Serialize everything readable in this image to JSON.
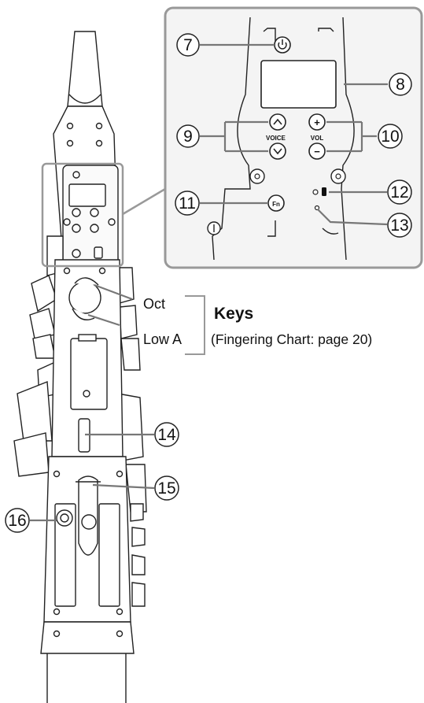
{
  "callouts": {
    "c7": "7",
    "c8": "8",
    "c9": "9",
    "c10": "10",
    "c11": "11",
    "c12": "12",
    "c13": "13",
    "c14": "14",
    "c15": "15",
    "c16": "16"
  },
  "keys": {
    "oct": "Oct",
    "low_a": "Low A",
    "title": "Keys",
    "note": "(Fingering Chart: page 20)"
  },
  "panel": {
    "voice": "VOICE",
    "vol": "VOL",
    "fn": "Fn",
    "plus": "+",
    "minus": "−"
  },
  "icons": [
    "power-icon",
    "up-arrow-icon",
    "down-arrow-icon",
    "battery-icon",
    "bluetooth-icon"
  ],
  "colors": {
    "line": "#222222",
    "panel_fill": "#f4f4f4",
    "zoom_frame": "#999999",
    "background": "#ffffff"
  }
}
